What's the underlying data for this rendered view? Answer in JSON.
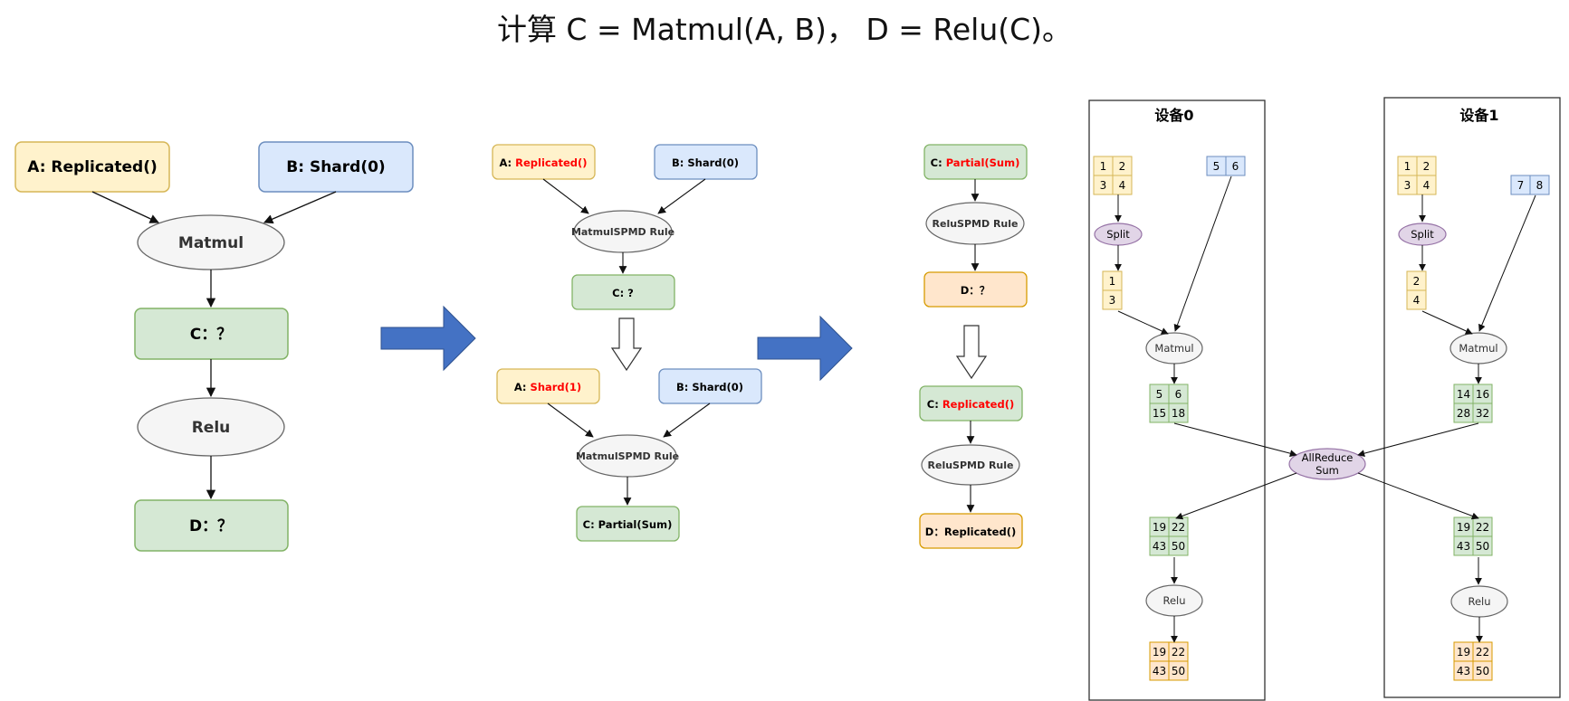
{
  "title": "计算 C = Matmul(A, B)， D = Relu(C)。",
  "colors": {
    "yellow_fill": "#fff2cc",
    "yellow_stroke": "#d6b656",
    "blue_fill": "#dae8fc",
    "blue_stroke": "#6c8ebf",
    "green_fill": "#d5e8d4",
    "green_stroke": "#82b366",
    "orange_fill": "#ffe6cc",
    "orange_stroke": "#d79b00",
    "purple_fill": "#e1d5e7",
    "purple_stroke": "#9673a6",
    "grey_fill": "#f5f5f5",
    "grey_stroke": "#666666",
    "red_text": "#ff0000",
    "arrow_blue": "#4472c4"
  },
  "panel1": {
    "a_label": "A: Replicated()",
    "b_label": "B: Shard(0)",
    "matmul": "Matmul",
    "c_label": "C：？",
    "relu": "Relu",
    "d_label": "D：？"
  },
  "panel2": {
    "a1_prefix": "A: ",
    "a1_value": "Replicated()",
    "b1_label": "B: Shard(0)",
    "rule1": "MatmulSPMD Rule",
    "c1_label": "C: ?",
    "a2_prefix": "A: ",
    "a2_value": "Shard(1)",
    "b2_label": "B: Shard(0)",
    "rule2": "MatmulSPMD Rule",
    "c2_label": "C: Partial(Sum)"
  },
  "panel3": {
    "c1_prefix": "C: ",
    "c1_value": "Partial(Sum)",
    "rule1": "ReluSPMD Rule",
    "d1_label": "D：？",
    "c2_prefix": "C: ",
    "c2_value": "Replicated()",
    "rule2": "ReluSPMD Rule",
    "d2_label": "D：Replicated()"
  },
  "device0": {
    "title": "设备0",
    "a": [
      "1",
      "2",
      "3",
      "4"
    ],
    "b": [
      "5",
      "6"
    ],
    "split": "Split",
    "a_split": [
      "1",
      "3"
    ],
    "matmul": "Matmul",
    "c": [
      "5",
      "6",
      "15",
      "18"
    ],
    "c_reduced": [
      "19",
      "22",
      "43",
      "50"
    ],
    "relu": "Relu",
    "d": [
      "19",
      "22",
      "43",
      "50"
    ]
  },
  "device1": {
    "title": "设备1",
    "a": [
      "1",
      "2",
      "3",
      "4"
    ],
    "b": [
      "7",
      "8"
    ],
    "split": "Split",
    "a_split": [
      "2",
      "4"
    ],
    "matmul": "Matmul",
    "c": [
      "14",
      "16",
      "28",
      "32"
    ],
    "c_reduced": [
      "19",
      "22",
      "43",
      "50"
    ],
    "relu": "Relu",
    "d": [
      "19",
      "22",
      "43",
      "50"
    ]
  },
  "allreduce": {
    "line1": "AllReduce",
    "line2": "Sum"
  }
}
